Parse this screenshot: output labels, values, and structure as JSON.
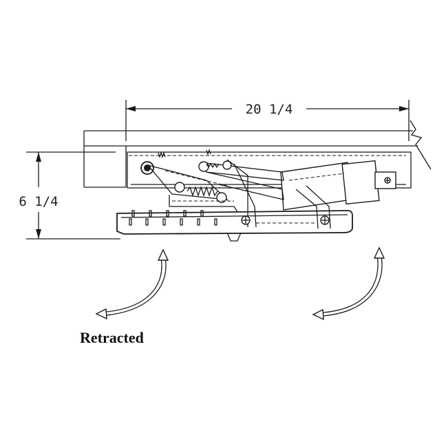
{
  "dimensions": {
    "width_label": "20 1/4",
    "height_label": "6 1/4"
  },
  "caption": "Retracted",
  "colors": {
    "line": "#1a1a1a",
    "background": "#ffffff"
  },
  "icons": {
    "left_arrow": "curved-double-arrow-icon",
    "right_arrow": "curved-double-arrow-icon"
  }
}
